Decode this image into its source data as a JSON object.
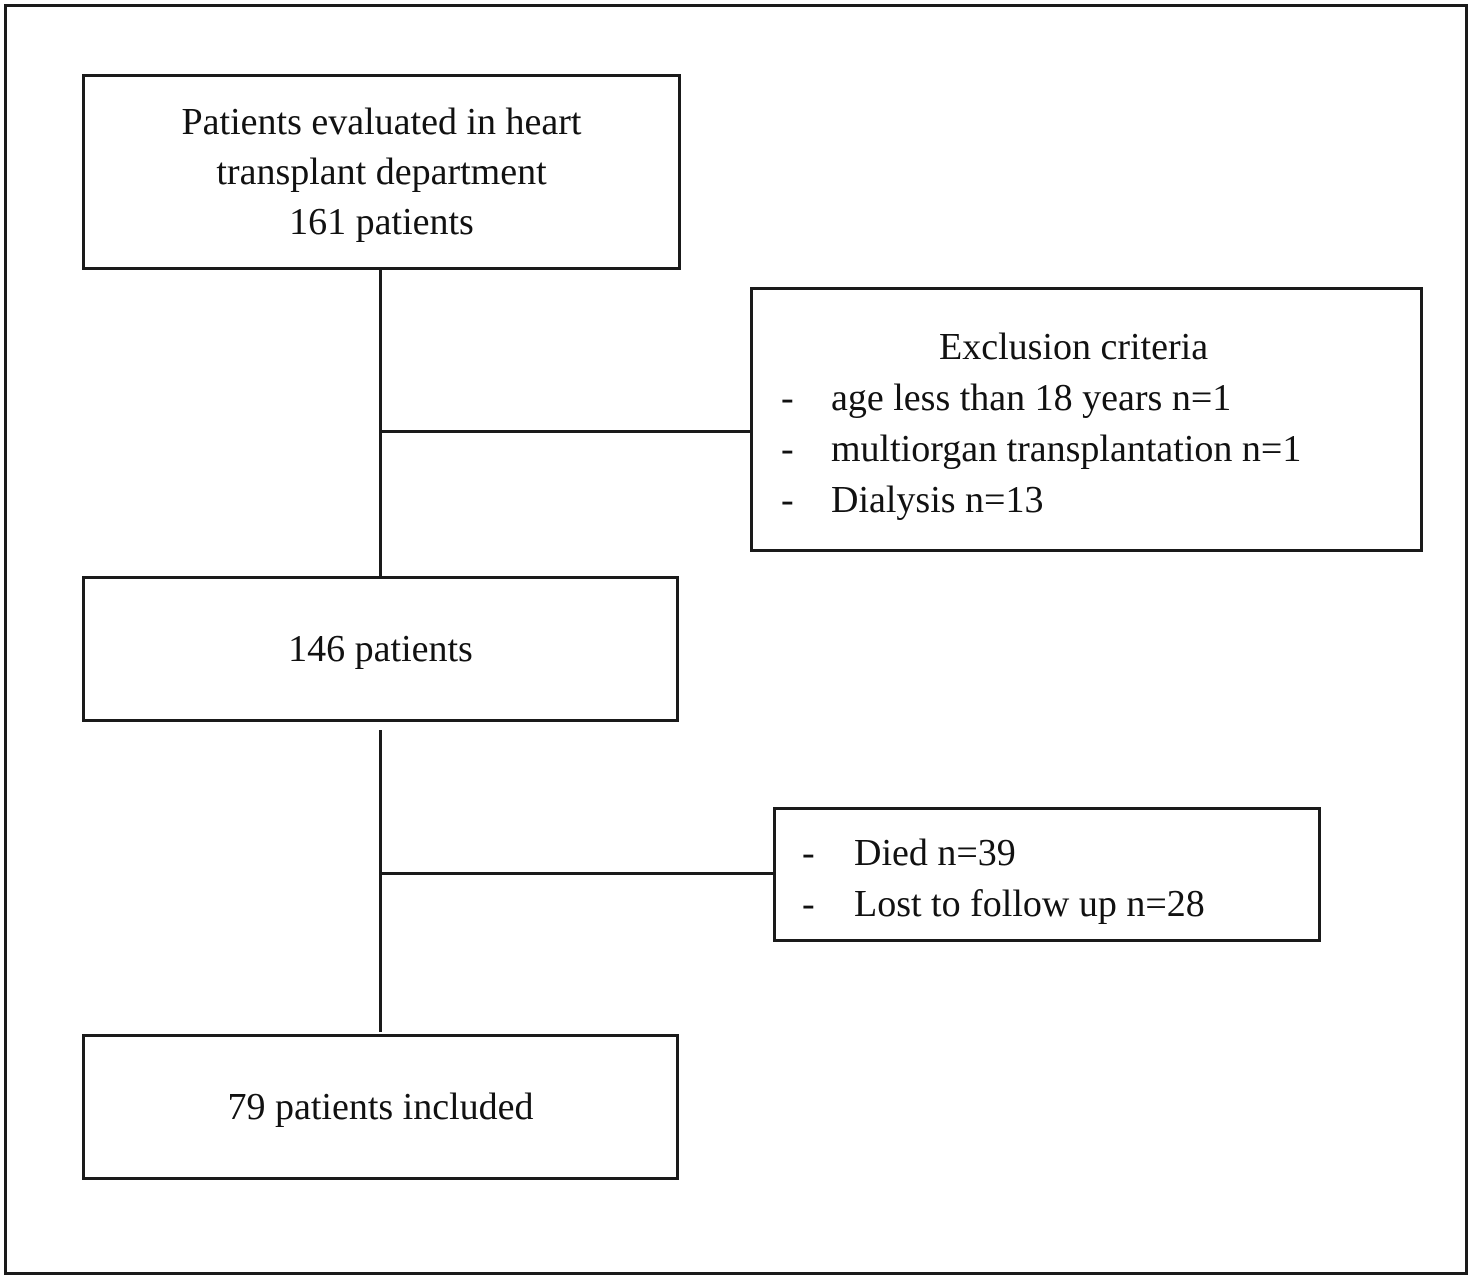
{
  "diagram": {
    "top_box": {
      "lines": [
        "Patients evaluated in heart",
        "transplant department",
        "161 patients"
      ]
    },
    "exclusion_box": {
      "title": "Exclusion criteria",
      "items": [
        {
          "marker": "-",
          "text": "age less than 18 years n=1"
        },
        {
          "marker": "-",
          "text": "multiorgan transplantation n=1"
        },
        {
          "marker": "-",
          "text": "Dialysis n=13"
        }
      ]
    },
    "middle_box": {
      "text": "146 patients"
    },
    "loss_box": {
      "items": [
        {
          "marker": "-",
          "text": "Died n=39"
        },
        {
          "marker": "-",
          "text": "Lost to follow up n=28"
        }
      ]
    },
    "bottom_box": {
      "text": "79 patients included"
    }
  }
}
